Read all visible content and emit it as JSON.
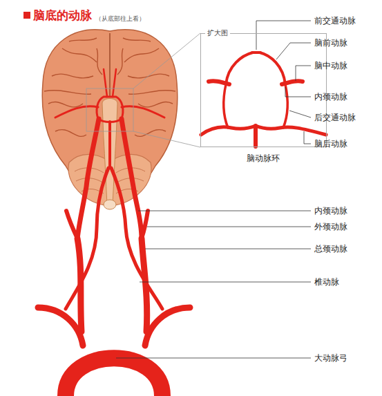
{
  "diagram": {
    "title": "脑底的动脉",
    "nodes": [
      {
        "text": [
          "扩大图"
        ]
      }
    ],
    "labels": [
      "（从底部往上看）",
      "前交通动脉",
      "脑前动脉",
      "脑中动脉",
      "内颈动脉",
      "后交通动脉",
      "脑后动脉",
      "脑动脉环",
      "内颈动脉",
      "外颈动脉",
      "总颈动脉",
      "椎动脉",
      "大动脉弓"
    ]
  }
}
